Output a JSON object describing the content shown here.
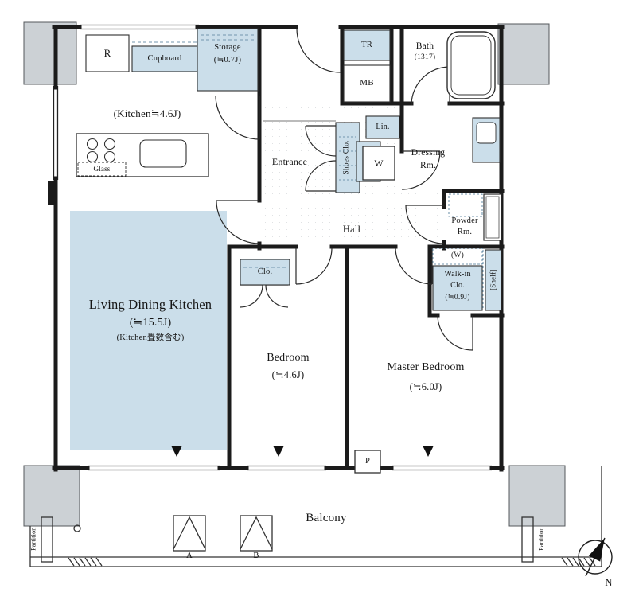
{
  "colors": {
    "wall": "#1b1b1b",
    "pillar": "#ccd1d5",
    "highlight": "#cbdeea",
    "dash_blue": "#7396ae",
    "paper": "#ffffff"
  },
  "rooms": {
    "kitchen": "(Kitchen≒4.6J)",
    "ldk1": "Living Dining Kitchen",
    "ldk2": "(≒15.5J)",
    "ldk3": "(Kitchen畳数含む)",
    "bedroom1": "Bedroom",
    "bedroom2": "(≒4.6J)",
    "master1": "Master Bedroom",
    "master2": "(≒6.0J)",
    "entrance": "Entrance",
    "hall": "Hall",
    "dressing1": "Dressing",
    "dressing2": "Rm.",
    "powder1": "Powder",
    "powder2": "Rm.",
    "bath1": "Bath",
    "bath2": "(1317)",
    "balcony": "Balcony"
  },
  "fixtures": {
    "fridge": "R",
    "cupboard": "Cupboard",
    "storage1": "Storage",
    "storage2": "(≒0.7J)",
    "trunk": "TR",
    "meterbox": "MB",
    "shoes": "Shoes Clo.",
    "linen": "Lin.",
    "washer": "W",
    "glass": "Glass",
    "closet": "Clo.",
    "wicW": "(W)",
    "wic1": "Walk-in",
    "wic2": "Clo.",
    "wic3": "(≒0.9J)",
    "shelf": "[Shelf]",
    "pipe": "P",
    "hatchA": "A",
    "hatchB": "B",
    "partitionLeft": "Partition",
    "partitionRight": "Partition",
    "north": "N"
  }
}
